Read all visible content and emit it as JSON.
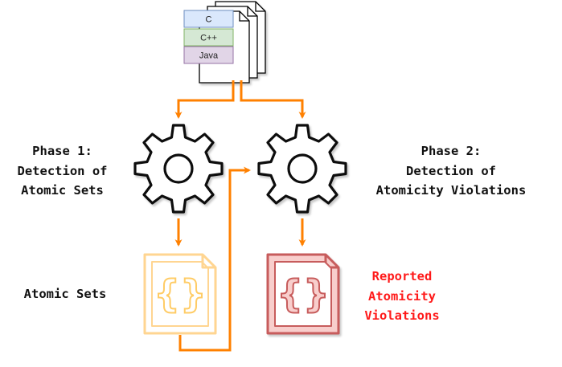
{
  "source_files": {
    "languages": [
      "C",
      "C++",
      "Java"
    ]
  },
  "phase1": {
    "lines": [
      "Phase 1:",
      "Detection of",
      "Atomic Sets"
    ]
  },
  "phase2": {
    "lines": [
      "Phase 2:",
      "Detection of",
      "Atomicity Violations"
    ]
  },
  "atomic_sets": {
    "label": "Atomic Sets",
    "icon_text": "{}"
  },
  "reported": {
    "lines": [
      "Reported",
      "Atomicity",
      "Violations"
    ],
    "icon_text": "{}"
  },
  "colors": {
    "arrow": "#ff8000",
    "c_tag": "#dae8fc",
    "cpp_tag": "#d5e8d4",
    "java_tag": "#e1d5e7",
    "atomic_doc": "#ffd591",
    "violation_doc": "#c75c5c",
    "reported_text": "#ff1a1a"
  }
}
